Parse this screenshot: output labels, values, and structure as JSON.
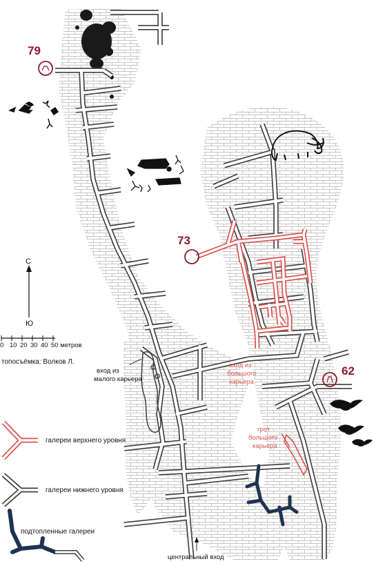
{
  "map": {
    "points": [
      {
        "id": "79",
        "label": "79",
        "color": "#8b1a2b"
      },
      {
        "id": "73",
        "label": "73",
        "color": "#8b1a2b"
      },
      {
        "id": "62",
        "label": "62",
        "color": "#8b1a2b"
      }
    ],
    "compass": {
      "north": "С",
      "south": "Ю"
    },
    "scale": {
      "ticks": [
        "0",
        "10",
        "20",
        "30",
        "40",
        "50 метров"
      ]
    },
    "survey_credit": "топосъёмка: Волков Л.",
    "labels": {
      "small_quarry_entrance_1": "вход из",
      "small_quarry_entrance_2": "малого карьера",
      "big_quarry_entrance_1": "вход из",
      "big_quarry_entrance_2": "большого",
      "big_quarry_entrance_3": "карьера",
      "big_quarry_grotto_1": "грот",
      "big_quarry_grotto_2": "большого",
      "big_quarry_grotto_3": "карьера",
      "central_entrance": "центральный вход"
    },
    "legend": [
      {
        "id": "upper",
        "label": "галереи верхнего уровня",
        "color": "#d9534f"
      },
      {
        "id": "lower",
        "label": "галереи нижнего уровня",
        "color": "#555555"
      },
      {
        "id": "flooded",
        "label": "подтопленные галереи",
        "color": "#1f3350"
      }
    ],
    "colors": {
      "hatch": "#bdbdbd",
      "gallery_outline": "#4a4a4a",
      "upper_gallery": "#d9534f",
      "flooded_gallery": "#1f3350",
      "marker": "#8b1a2b",
      "icons": "#111111"
    }
  }
}
